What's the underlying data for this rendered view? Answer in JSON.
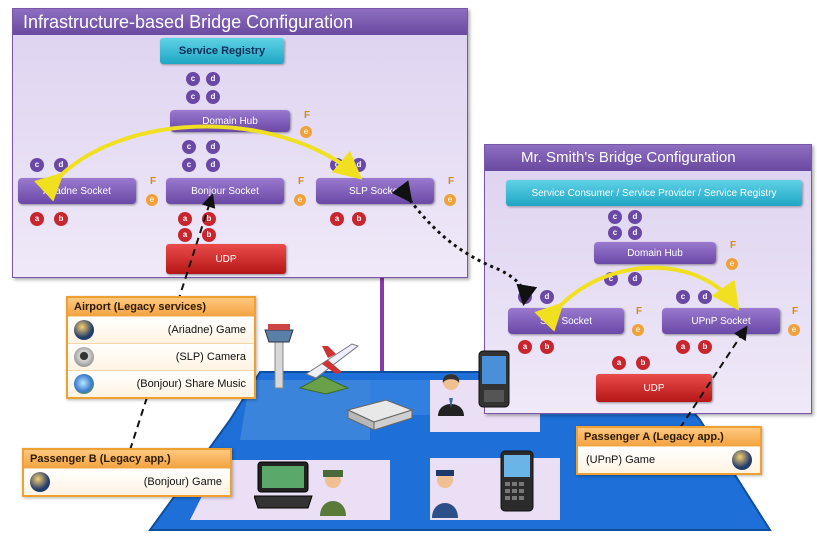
{
  "infra": {
    "title": "Infrastructure-based Bridge Configuration",
    "registry": "Service Registry",
    "hub": "Domain Hub",
    "sockets": [
      "Ariadne Socket",
      "Bonjour Socket",
      "SLP Socket"
    ],
    "udp": "UDP"
  },
  "smith": {
    "title": "Mr. Smith's Bridge Configuration",
    "consumer": "Service Consumer / Service Provider / Service Registry",
    "hub": "Domain Hub",
    "sockets": [
      "SLP Socket",
      "UPnP Socket"
    ],
    "udp": "UDP"
  },
  "ports": {
    "c": "c",
    "d": "d",
    "a": "a",
    "b": "b",
    "e": "e",
    "f": "F"
  },
  "airport": {
    "title": "Airport (Legacy services)",
    "items": [
      "(Ariadne) Game",
      "(SLP) Camera",
      "(Bonjour)  Share Music"
    ]
  },
  "passenger_b": {
    "title": "Passenger B (Legacy  app.)",
    "item": "(Bonjour) Game"
  },
  "passenger_a": {
    "title": "Passenger A  (Legacy app.)",
    "item": "(UPnP) Game"
  },
  "icons": [
    "game-controller-icon",
    "webcam-icon",
    "music-share-icon",
    "control-tower-icon",
    "airplane-icon",
    "router-icon",
    "person-icon",
    "pda-icon",
    "smartphone-icon",
    "laptop-icon",
    "soldier-icon",
    "pilot-icon"
  ],
  "colors": {
    "panel": "#e6dcf4",
    "component": "#7a56b8",
    "cyan": "#2fb8d4",
    "udp": "#cc2222",
    "card_border": "#f0a030",
    "floor": "#1f6fd6",
    "arrow": "#f0e020"
  }
}
